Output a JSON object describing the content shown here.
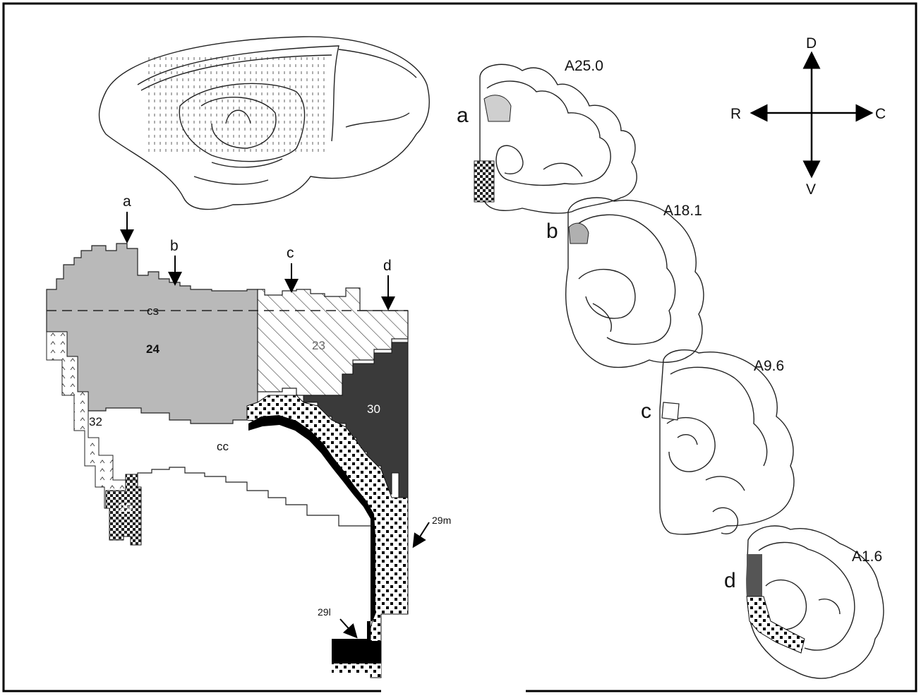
{
  "schematic": {
    "arrow_labels": {
      "a": "a",
      "b": "b",
      "c": "c",
      "d": "d"
    },
    "areas": {
      "a24": "24",
      "a23": "23",
      "a30": "30",
      "a32": "32",
      "a25": "25",
      "cc": "cc",
      "cs": "cs",
      "a29m": "29m",
      "a29l": "29l"
    }
  },
  "sections": [
    {
      "letter": "a",
      "level": "A25.0"
    },
    {
      "letter": "b",
      "level": "A18.1"
    },
    {
      "letter": "c",
      "level": "A9.6"
    },
    {
      "letter": "d",
      "level": "A1.6"
    }
  ],
  "orientation": {
    "dorsal": "D",
    "ventral": "V",
    "rostral": "R",
    "caudal": "C"
  },
  "colors": {
    "area24": "#b9b9b9",
    "area30": "#3a3a3a",
    "area29l": "#000000",
    "section_a_mark": "#cfcfcf",
    "section_d_mark": "#555555"
  }
}
